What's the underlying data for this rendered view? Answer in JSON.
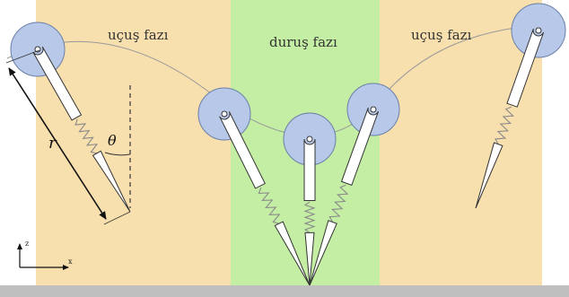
{
  "phases": {
    "flight_left_label": "uçuş fazı",
    "stance_label": "duruş fazı",
    "flight_right_label": "uçuş fazı"
  },
  "annotations": {
    "r_symbol": "r",
    "theta_symbol": "θ"
  },
  "axes": {
    "z_label": "z",
    "x_label": "x"
  },
  "colors": {
    "flight_bg": "#f8dfae",
    "stance_bg": "#c3eea4",
    "ground": "#bfbfbf",
    "mass_fill": "#b7c8e8",
    "mass_stroke": "#6b7fa8",
    "leg_fill": "#ffffff",
    "leg_stroke": "#333333",
    "spring": "#8a8a8a",
    "trajectory": "#9a9a9a"
  }
}
